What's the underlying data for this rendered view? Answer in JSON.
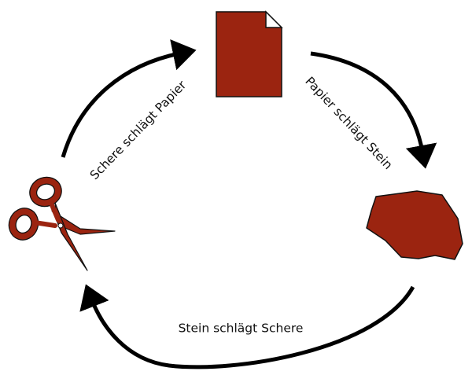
{
  "diagram": {
    "nodes": {
      "paper": {
        "icon": "paper-icon"
      },
      "stone": {
        "icon": "stone-icon"
      },
      "scissors": {
        "icon": "scissors-icon"
      }
    },
    "edges": [
      {
        "from": "scissors",
        "to": "paper",
        "label": "Schere schlägt Papier"
      },
      {
        "from": "paper",
        "to": "stone",
        "label": "Papier schlägt Stein"
      },
      {
        "from": "stone",
        "to": "scissors",
        "label": "Stein schlägt Schere"
      }
    ],
    "colors": {
      "icon_fill": "#9B2410",
      "outline": "#111111",
      "arrow": "#000000",
      "background": "#ffffff"
    }
  }
}
